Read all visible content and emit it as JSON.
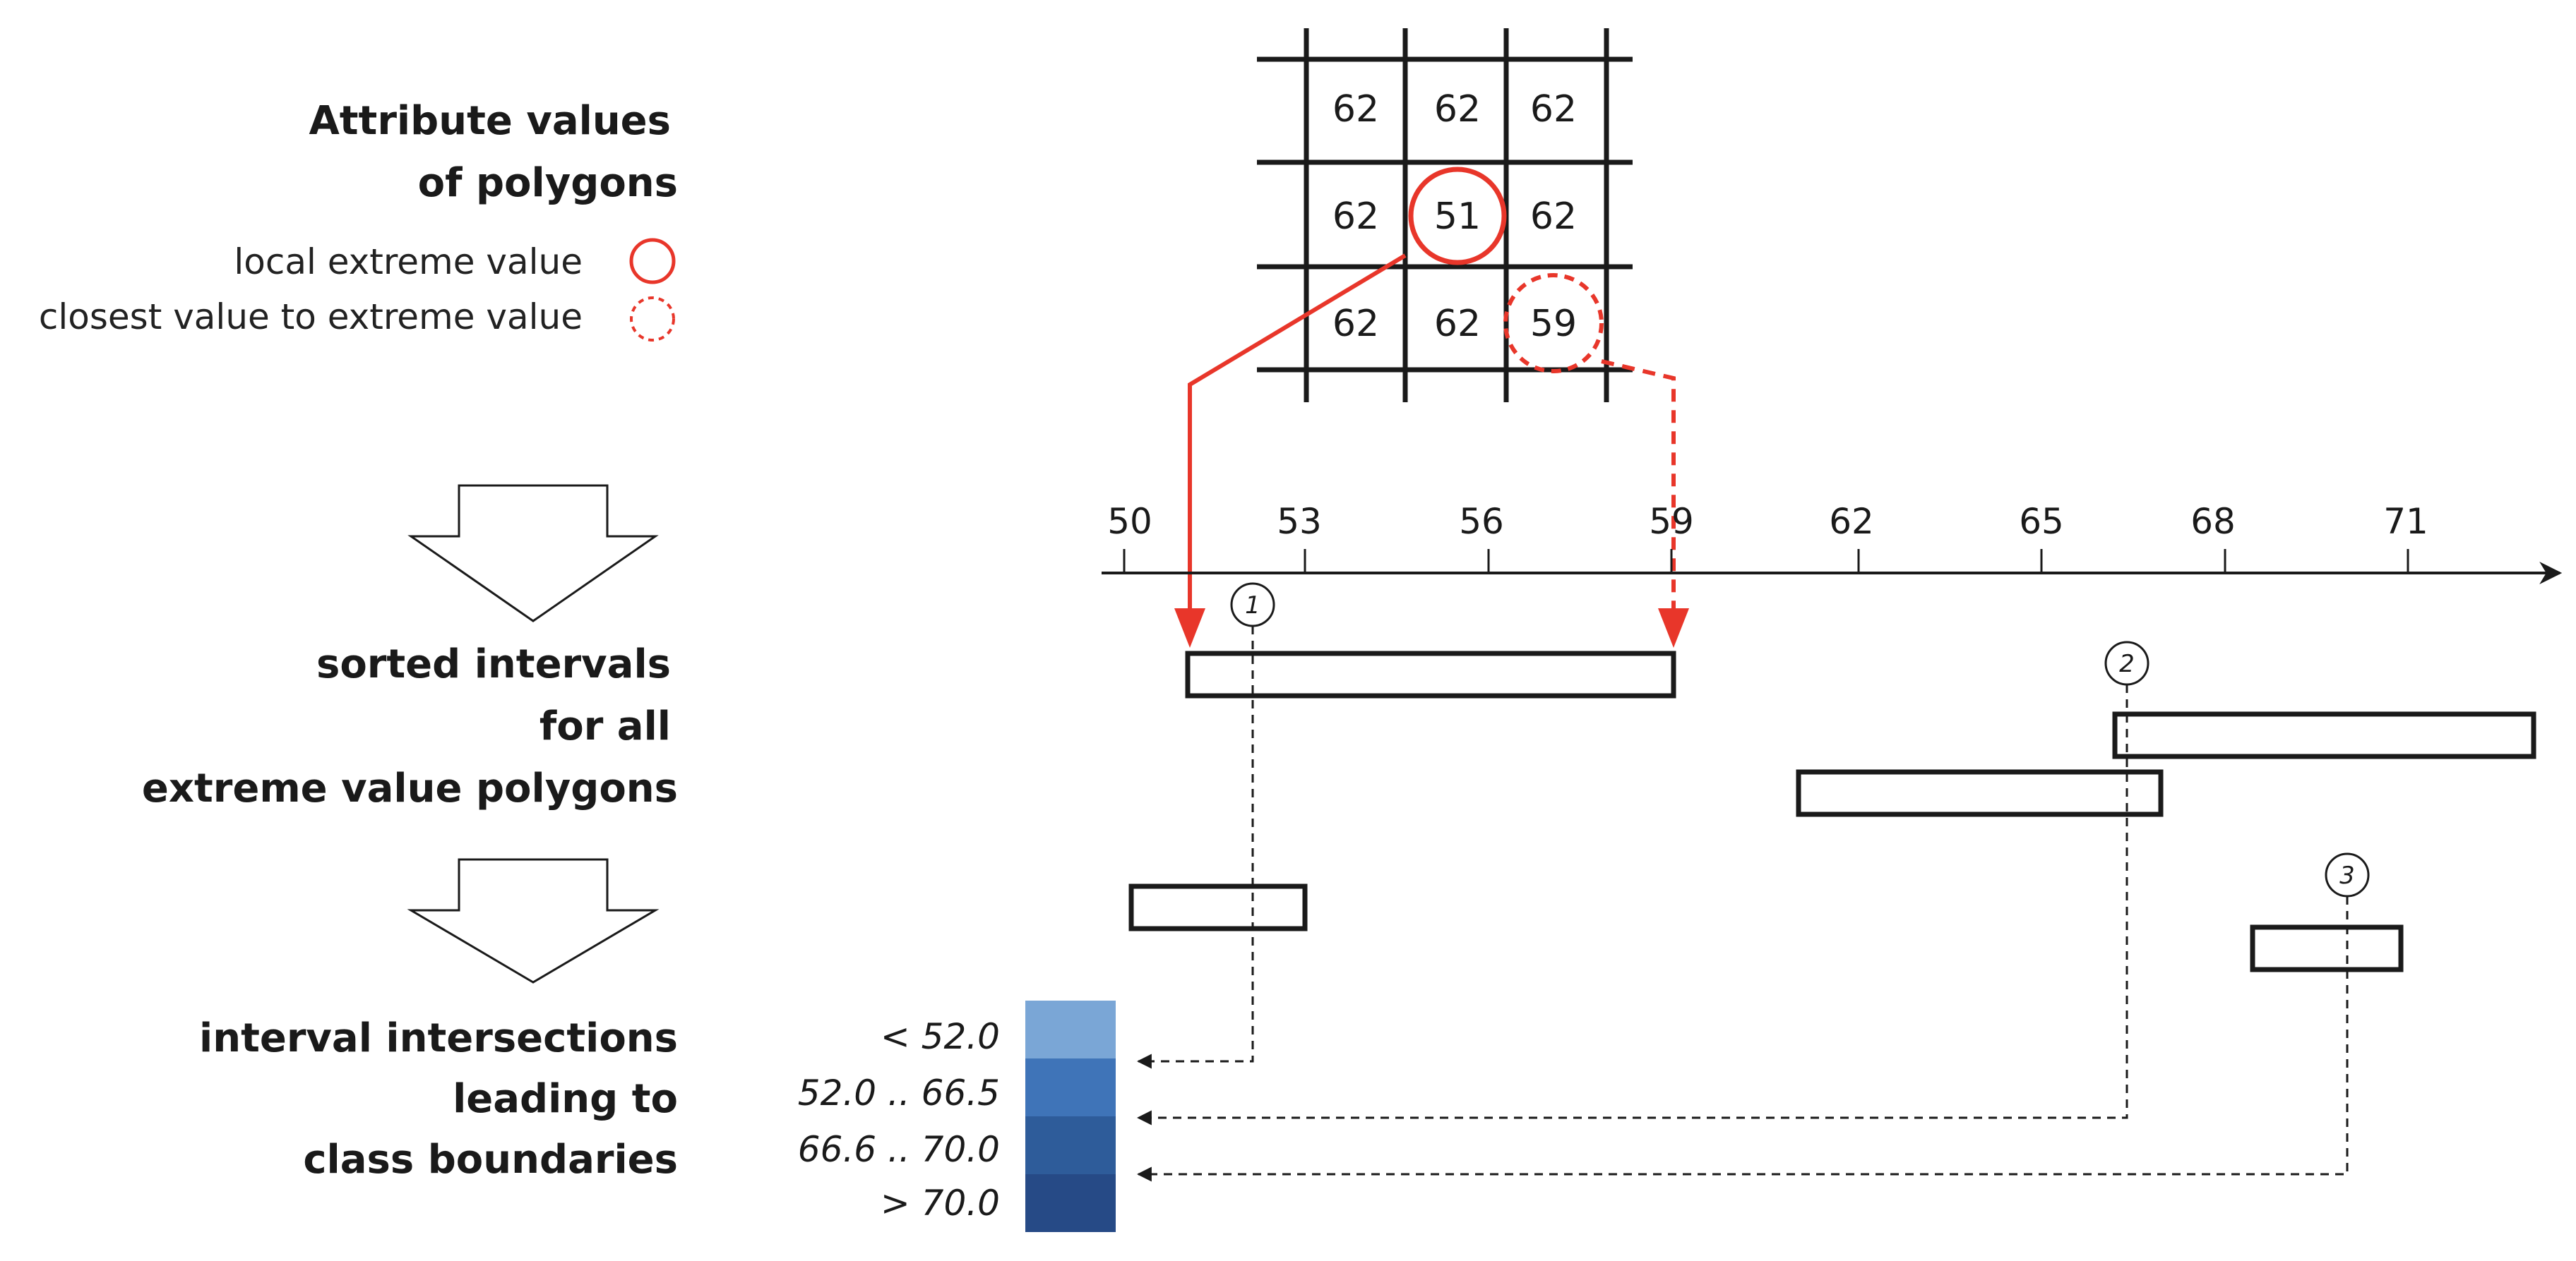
{
  "headings": {
    "attribute_line1": "Attribute values",
    "attribute_line2": "of polygons",
    "sorted_line1": "sorted intervals",
    "sorted_line2": "for all",
    "sorted_line3": "extreme value polygons",
    "intersect_line1": "interval intersections",
    "intersect_line2": "leading to",
    "intersect_line3": "class boundaries"
  },
  "legend": {
    "local_extreme": "local extreme value",
    "closest_value": "closest value to extreme value"
  },
  "grid": {
    "cells": [
      [
        "62",
        "62",
        "62"
      ],
      [
        "62",
        "51",
        "62"
      ],
      [
        "62",
        "62",
        "59"
      ]
    ]
  },
  "axis": {
    "ticks": [
      "50",
      "53",
      "56",
      "59",
      "62",
      "65",
      "68",
      "71"
    ]
  },
  "markers": [
    "1",
    "2",
    "3"
  ],
  "classes": [
    {
      "label": "< 52.0",
      "color": "#7aa6d6"
    },
    {
      "label": "52.0 .. 66.5",
      "color": "#3f74b8"
    },
    {
      "label": "66.6 .. 70.0",
      "color": "#2e5c9a"
    },
    {
      "label": "> 70.0",
      "color": "#264a86"
    }
  ],
  "colors": {
    "extreme": "#e8362a",
    "line": "#1a1a1a"
  }
}
